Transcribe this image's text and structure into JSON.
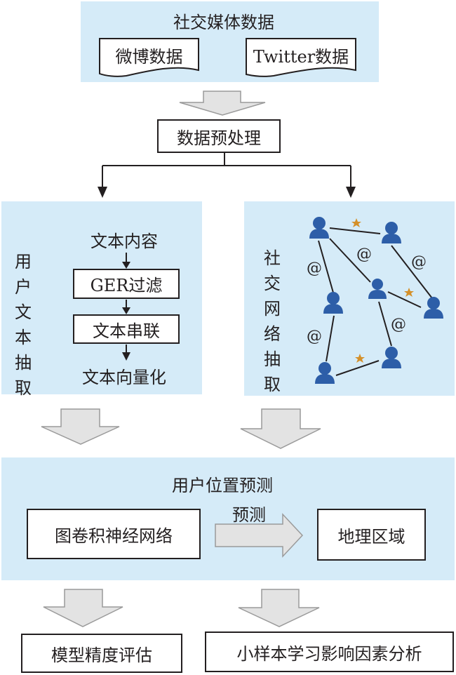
{
  "source": {
    "title": "社交媒体数据",
    "items": [
      "微博数据",
      "Twitter数据"
    ]
  },
  "preprocess": {
    "label": "数据预处理"
  },
  "text_branch": {
    "title": "用户文本抽取",
    "steps": [
      "文本内容",
      "GER过滤",
      "文本串联",
      "文本向量化"
    ]
  },
  "social_branch": {
    "title": "社交网络抽取",
    "edge_labels": [
      "@",
      "@",
      "@",
      "@",
      "@"
    ]
  },
  "prediction": {
    "title": "用户位置预测",
    "model": "图卷积神经网络",
    "arrow_label": "预测",
    "target": "地理区域"
  },
  "outputs": [
    "模型精度评估",
    "小样本学习影响因素分析"
  ],
  "colors": {
    "panel_bg": "#d5ebf8",
    "arrow_fill": "#e3e3e3",
    "arrow_stroke": "#9a9a9a",
    "user_icon": "#2d5ea8",
    "star": "#d4902a",
    "line": "#231f20"
  }
}
